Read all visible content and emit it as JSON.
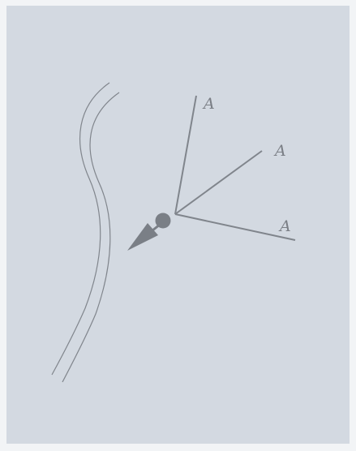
{
  "diagram": {
    "ray_labels": [
      "A",
      "A",
      "A"
    ],
    "colors": {
      "background_outer": "#f2f4f6",
      "background_panel": "#d3d9e1",
      "stroke": "#80858c",
      "fill": "#7a7f86"
    },
    "icons": {
      "point": "filled-circle",
      "arrow": "triangle-arrowhead"
    }
  }
}
